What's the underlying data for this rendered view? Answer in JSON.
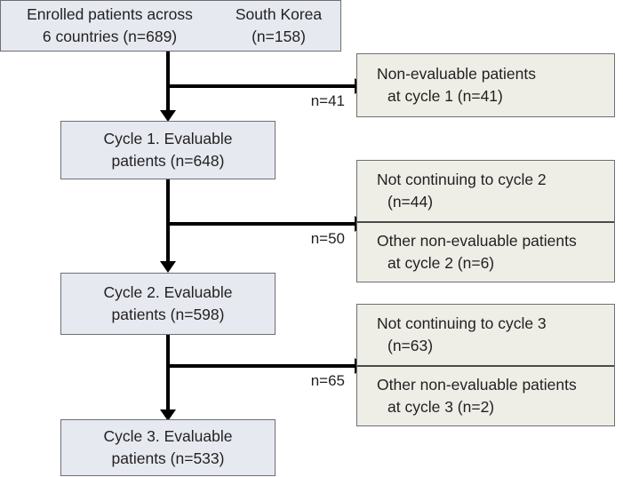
{
  "diagram": {
    "type": "patient-flow-consort",
    "boxes": {
      "enrolled": {
        "left_line1": "Enrolled patients across",
        "left_line2": "6 countries (n=689)",
        "right_line1": "South Korea",
        "right_line2": "(n=158)"
      },
      "cycle1": {
        "line1": "Cycle 1. Evaluable",
        "line2": "patients (n=648)"
      },
      "cycle2": {
        "line1": "Cycle 2. Evaluable",
        "line2": "patients (n=598)"
      },
      "cycle3": {
        "line1": "Cycle 3. Evaluable",
        "line2": "patients (n=533)"
      },
      "excluded1": {
        "line1": "Non-evaluable patients",
        "line2": "at cycle 1 (n=41)"
      },
      "excluded2_top": {
        "line1": "Not continuing to cycle 2",
        "line2": "(n=44)"
      },
      "excluded2_bottom": {
        "line1": "Other non-evaluable patients",
        "line2": "at cycle 2 (n=6)"
      },
      "excluded3_top": {
        "line1": "Not continuing to cycle 3",
        "line2": "(n=63)"
      },
      "excluded3_bottom": {
        "line1": "Other non-evaluable patients",
        "line2": "at cycle 3 (n=2)"
      }
    },
    "edge_labels": {
      "branch1": "n=41",
      "branch2": "n=50",
      "branch3": "n=65"
    },
    "colors": {
      "cycle_box_fill": "#e6eaf0",
      "outcome_box_fill": "#eeeee7",
      "box_border": "#6d6f71",
      "connector": "#000000",
      "text": "#231f20"
    }
  }
}
